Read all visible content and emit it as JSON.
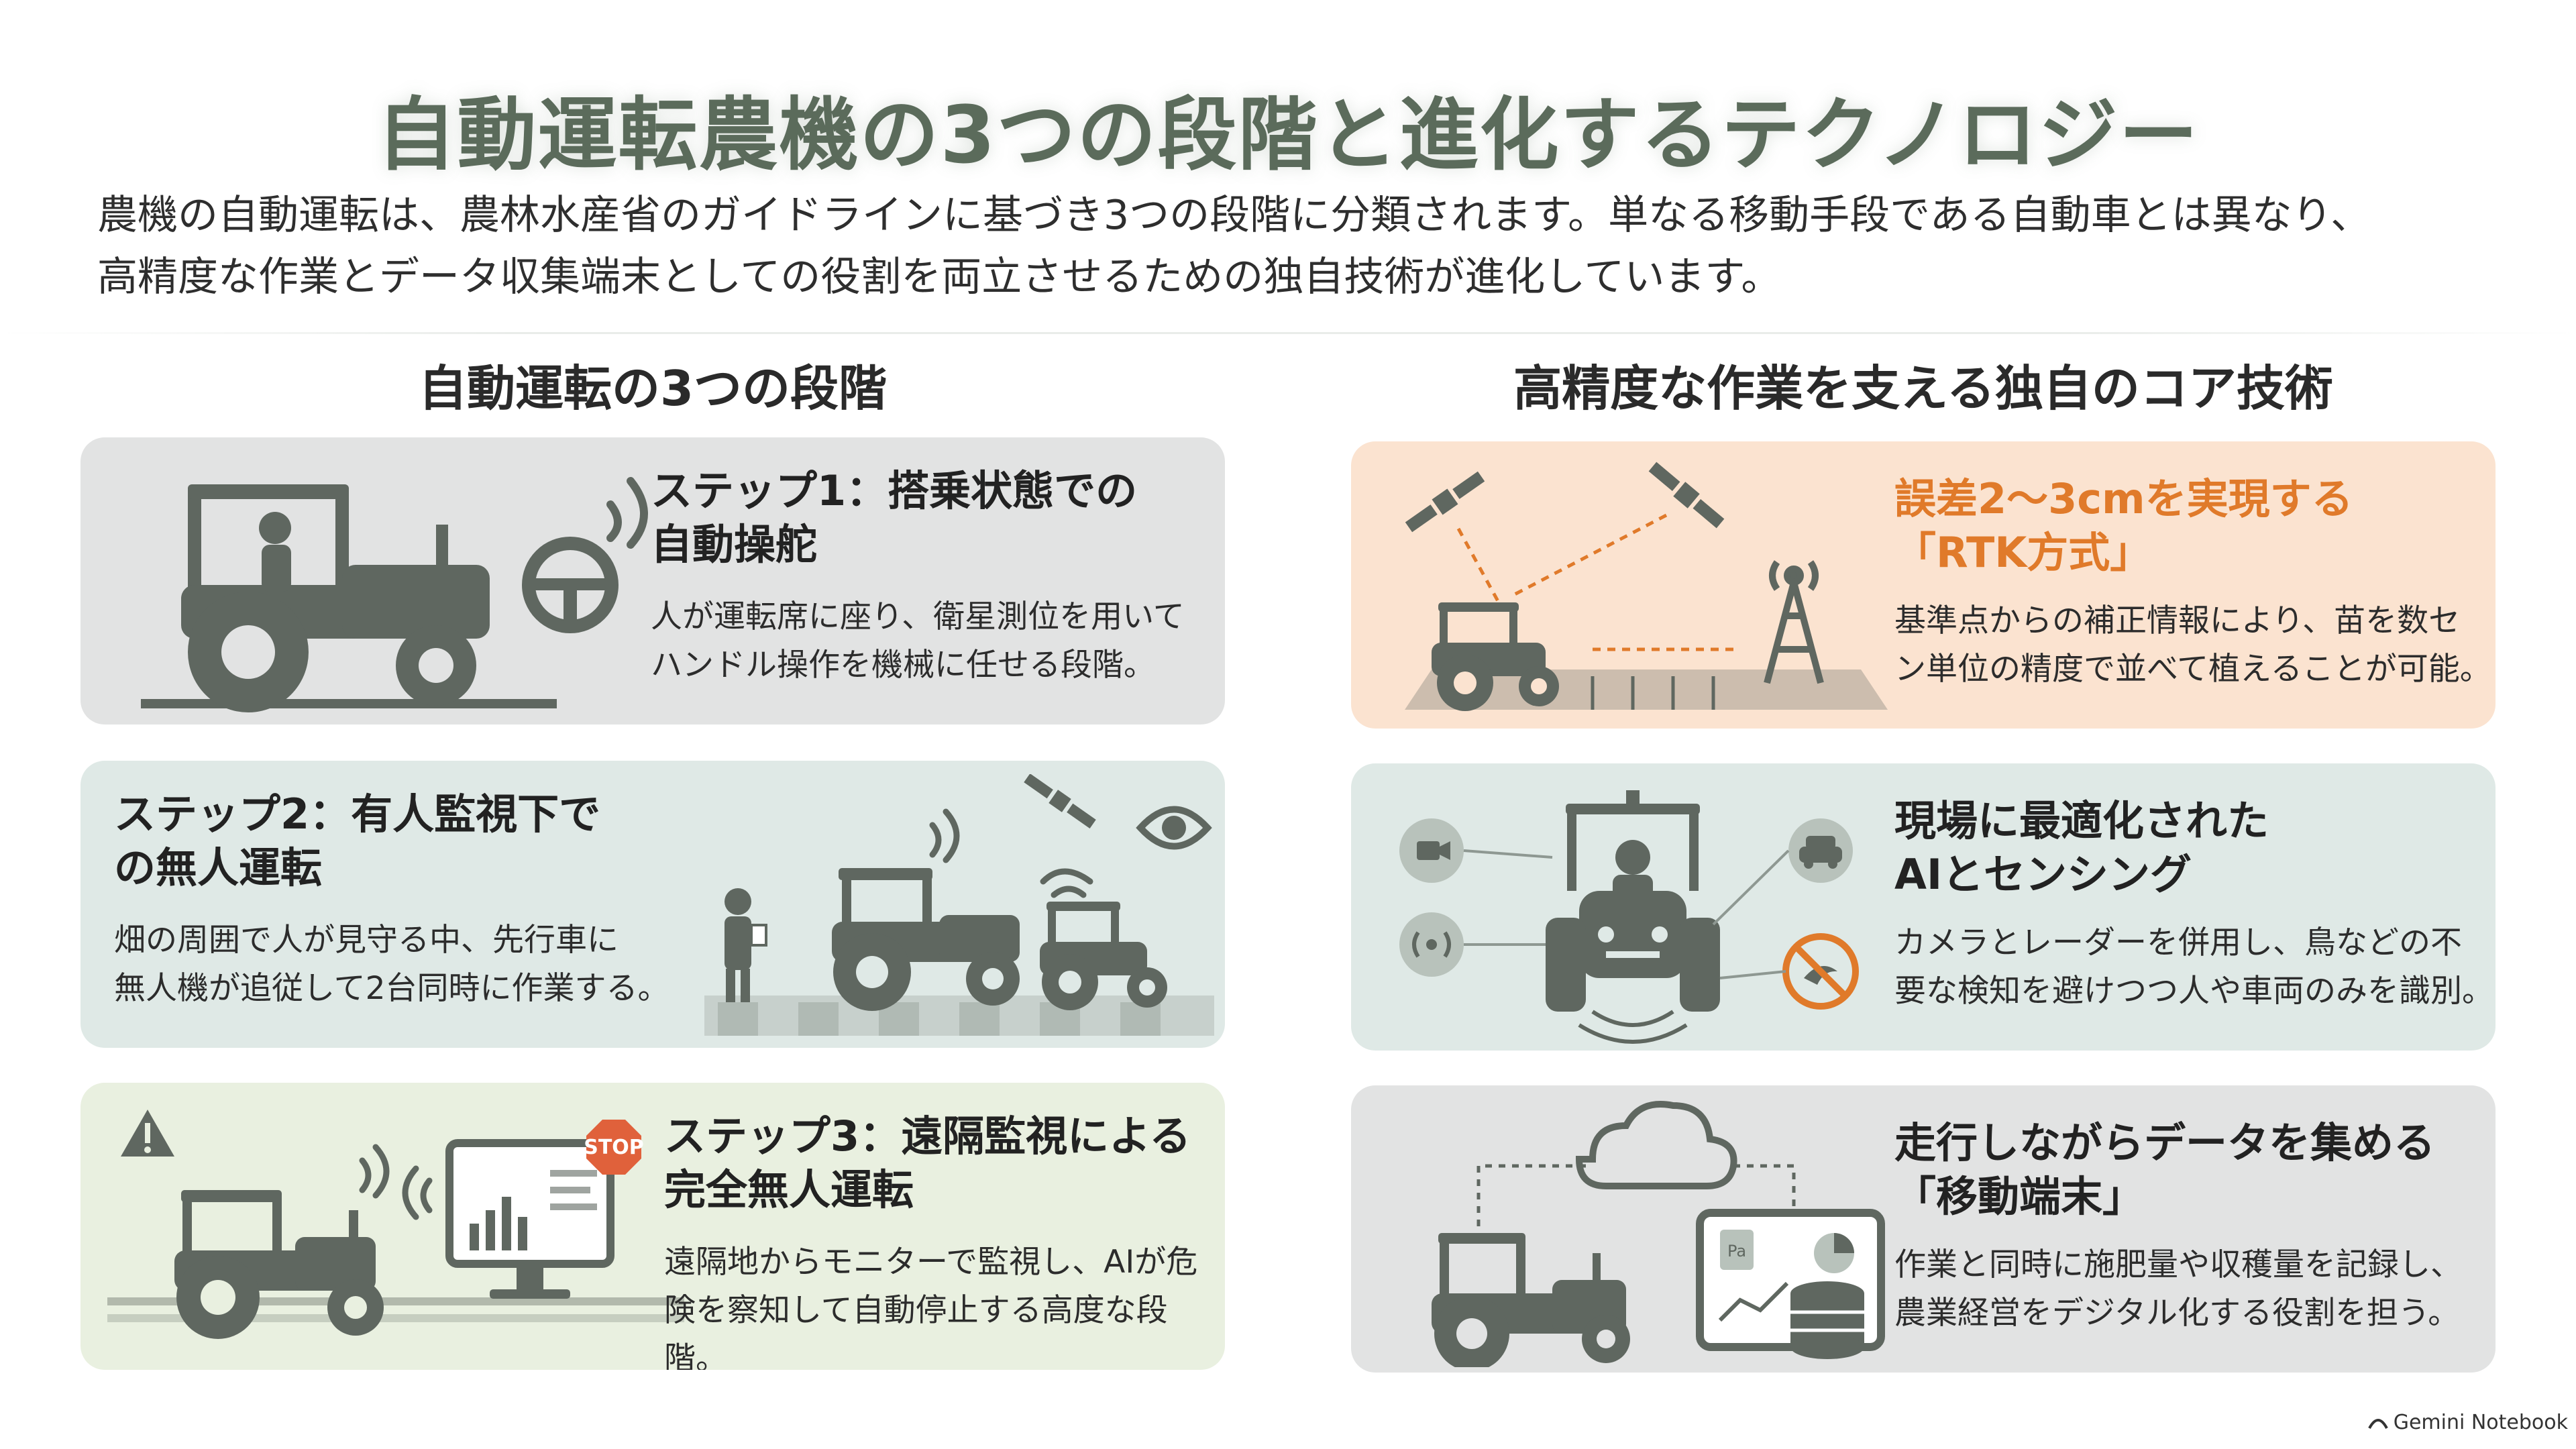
{
  "page": {
    "title": "自動運転農機の3つの段階と進化するテクノロジー",
    "intro_line1": "農機の自動運転は、農林水産省のガイドラインに基づき3つの段階に分類されます。単なる移動手段である自動車とは異なり、",
    "intro_line2": "高精度な作業とデータ収集端末としての役割を両立させるための独自技術が進化しています。"
  },
  "left_column": {
    "heading": "自動運転の3つの段階",
    "cards": [
      {
        "title_line1": "ステップ1：搭乗状態での",
        "title_line2": "自動操舵",
        "body_line1": "人が運転席に座り、衛星測位を用いて",
        "body_line2": "ハンドル操作を機械に任せる段階。"
      },
      {
        "title_line1": "ステップ2：有人監視下で",
        "title_line2": "の無人運転",
        "body_line1": "畑の周囲で人が見守る中、先行車に",
        "body_line2": "無人機が追従して2台同時に作業する。"
      },
      {
        "title_line1": "ステップ3：遠隔監視による",
        "title_line2": "完全無人運転",
        "body_line1": "遠隔地からモニターで監視し、AIが危",
        "body_line2": "険を察知して自動停止する高度な段階。",
        "stop_sign": "STOP"
      }
    ]
  },
  "right_column": {
    "heading": "高精度な作業を支える独自のコア技術",
    "cards": [
      {
        "title_line1": "誤差2〜3cmを実現する",
        "title_line2": "「RTK方式」",
        "body_line1": "基準点からの補正情報により、苗を数セ",
        "body_line2": "ン単位の精度で並べて植えることが可能。"
      },
      {
        "title_line1": "現場に最適化された",
        "title_line2": "AIとセンシング",
        "body_line1": "カメラとレーダーを併用し、鳥などの不",
        "body_line2": "要な検知を避けつつ人や車両のみを識別。"
      },
      {
        "title_line1": "走行しながらデータを集める",
        "title_line2": "「移動端末」",
        "body_line1": "作業と同時に施肥量や収穫量を記録し、",
        "body_line2": "農業経営をデジタル化する役割を担う。",
        "tablet_label": "Pa"
      }
    ]
  },
  "footer": {
    "brand": "Gemini Notebook"
  },
  "colors": {
    "accent_orange": "#e07a2a",
    "icon_gray": "#5f6760",
    "title_green": "#5b6b5b"
  }
}
